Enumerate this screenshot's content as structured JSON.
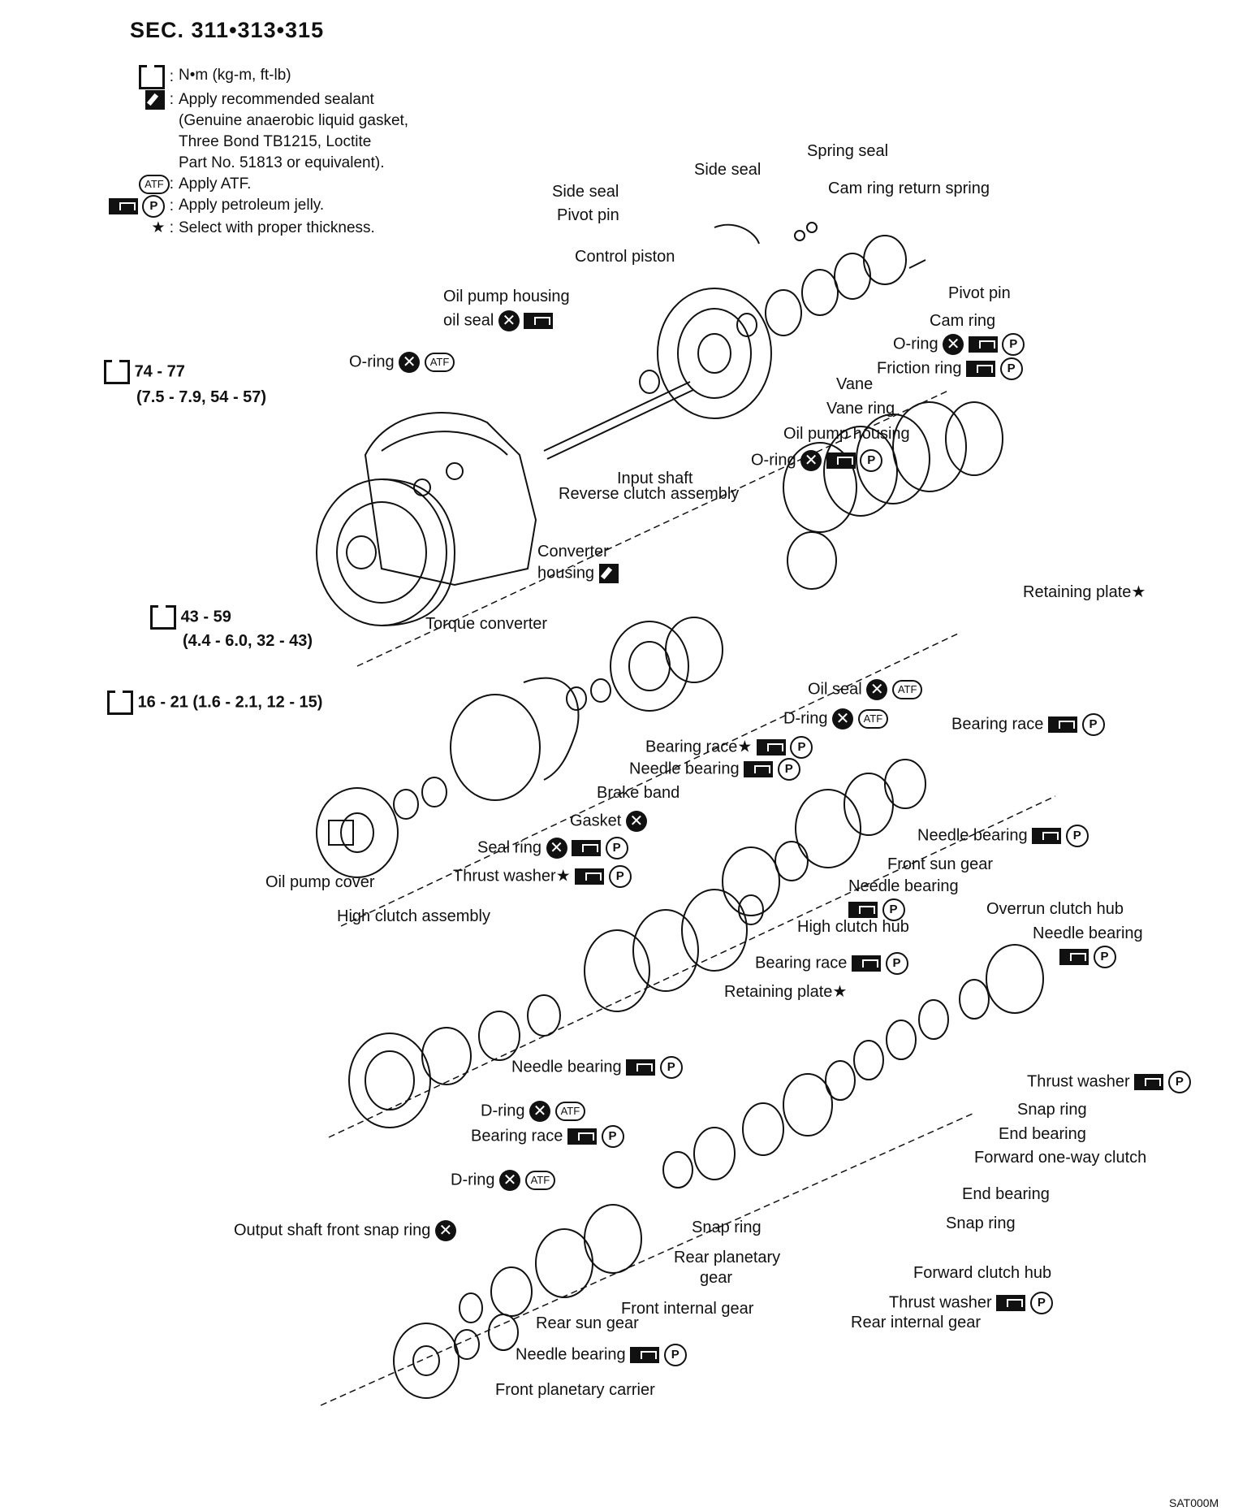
{
  "section_title": "SEC. 311•313•315",
  "legend": [
    {
      "symbol": "wrench-icon",
      "text": "N•m (kg-m, ft-lb)"
    },
    {
      "symbol": "sealant-icon",
      "text": "Apply recommended sealant\n(Genuine anaerobic liquid gasket,\nThree Bond TB1215, Loctite\nPart No. 51813 or equivalent)."
    },
    {
      "symbol": "atf-icon",
      "text": "Apply ATF."
    },
    {
      "symbol": "petroleum-jelly-icon",
      "text": "Apply petroleum jelly."
    },
    {
      "symbol": "star-icon",
      "text": "Select with proper thickness."
    }
  ],
  "symbols": {
    "atf": "ATF",
    "p": "P",
    "x": "✕",
    "star": "★",
    "colon": ":"
  },
  "torque_specs": {
    "t1_main": "74 - 77",
    "t1_sub": "(7.5 - 7.9, 54 - 57)",
    "t2_main": "43 - 59",
    "t2_sub": "(4.4 - 6.0, 32 - 43)",
    "t3": "16 - 21 (1.6 - 2.1, 12 - 15)"
  },
  "labels": {
    "spring_seal": "Spring seal",
    "side_seal_1": "Side seal",
    "side_seal_2": "Side seal",
    "cam_ring_return_spring": "Cam ring return spring",
    "pivot_pin_1": "Pivot pin",
    "pivot_pin_2": "Pivot pin",
    "control_piston": "Control piston",
    "oil_pump_housing_oil_seal_1": "Oil pump housing",
    "oil_pump_housing_oil_seal_2": "oil seal",
    "cam_ring": "Cam ring",
    "o_ring_1": "O-ring",
    "o_ring_2": "O-ring",
    "o_ring_3": "O-ring",
    "friction_ring": "Friction ring",
    "vane": "Vane",
    "vane_ring": "Vane ring",
    "oil_pump_housing": "Oil pump housing",
    "input_shaft": "Input shaft",
    "reverse_clutch_assembly": "Reverse clutch assembly",
    "converter_housing_1": "Converter",
    "converter_housing_2": "housing",
    "torque_converter": "Torque converter",
    "retaining_plate_1": "Retaining plate",
    "oil_seal": "Oil seal",
    "d_ring_1": "D-ring",
    "bearing_race_1": "Bearing race",
    "needle_bearing_1": "Needle bearing",
    "bearing_race_2": "Bearing race",
    "brake_band": "Brake band",
    "gasket": "Gasket",
    "needle_bearing_2": "Needle bearing",
    "seal_ring": "Seal ring",
    "front_sun_gear": "Front sun gear",
    "thrust_washer_1": "Thrust washer",
    "needle_bearing_3": "Needle bearing",
    "oil_pump_cover": "Oil pump cover",
    "high_clutch_assembly": "High clutch assembly",
    "high_clutch_hub": "High clutch hub",
    "overrun_clutch_hub": "Overrun clutch hub",
    "needle_bearing_4": "Needle bearing",
    "bearing_race_3": "Bearing race",
    "retaining_plate_2": "Retaining plate",
    "needle_bearing_5": "Needle bearing",
    "thrust_washer_2": "Thrust washer",
    "d_ring_2": "D-ring",
    "snap_ring_1": "Snap ring",
    "bearing_race_4": "Bearing race",
    "end_bearing_1": "End bearing",
    "forward_one_way_clutch": "Forward one-way clutch",
    "d_ring_3": "D-ring",
    "end_bearing_2": "End bearing",
    "snap_ring_2": "Snap ring",
    "output_shaft_front_snap_ring": "Output shaft front snap ring",
    "snap_ring_3": "Snap ring",
    "rear_planetary_gear_1": "Rear planetary",
    "rear_planetary_gear_2": "gear",
    "forward_clutch_hub": "Forward clutch hub",
    "thrust_washer_3": "Thrust washer",
    "front_internal_gear": "Front internal gear",
    "rear_internal_gear": "Rear internal gear",
    "rear_sun_gear": "Rear sun gear",
    "needle_bearing_6": "Needle bearing",
    "front_planetary_carrier": "Front planetary carrier"
  },
  "figure_code": "SAT000M"
}
